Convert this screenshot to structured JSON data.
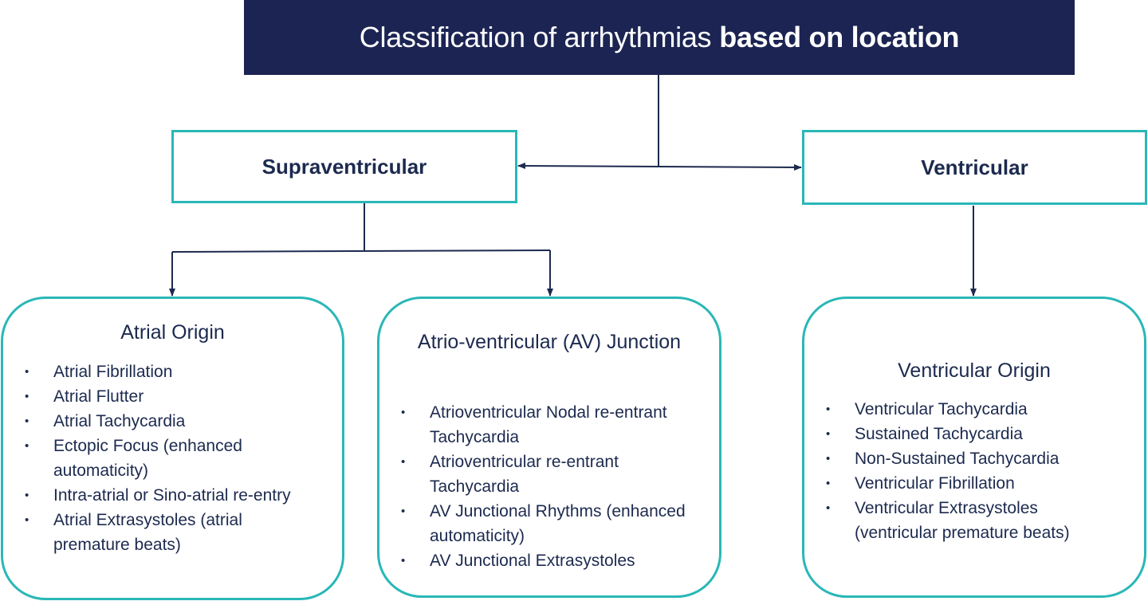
{
  "title": {
    "regular": "Classification of arrhythmias",
    "bold": "based on location"
  },
  "supraventricular": {
    "label": "Supraventricular"
  },
  "ventricular": {
    "label": "Ventricular"
  },
  "atrial_origin": {
    "title": "Atrial Origin",
    "items": [
      "Atrial Fibrillation",
      "Atrial Flutter",
      "Atrial Tachycardia",
      "Ectopic Focus (enhanced automaticity)",
      "Intra-atrial or Sino-atrial re-entry",
      "Atrial Extrasystoles (atrial premature beats)"
    ]
  },
  "av_junction": {
    "title": "Atrio-ventricular (AV) Junction",
    "items": [
      "Atrioventricular Nodal re-entrant Tachycardia",
      "Atrioventricular re-entrant Tachycardia",
      "AV Junctional Rhythms (enhanced automaticity)",
      "AV Junctional Extrasystoles"
    ]
  },
  "ventricular_origin": {
    "title": "Ventricular Origin",
    "items": [
      "Ventricular Tachycardia",
      "Sustained Tachycardia",
      "Non-Sustained Tachycardia",
      "Ventricular Fibrillation",
      "Ventricular Extrasystoles (ventricular premature beats)"
    ]
  },
  "colors": {
    "title_bg": "#1b2452",
    "box_border": "#2ab7b7",
    "text": "#1c2a4f",
    "connector": "#1c2a4f"
  }
}
